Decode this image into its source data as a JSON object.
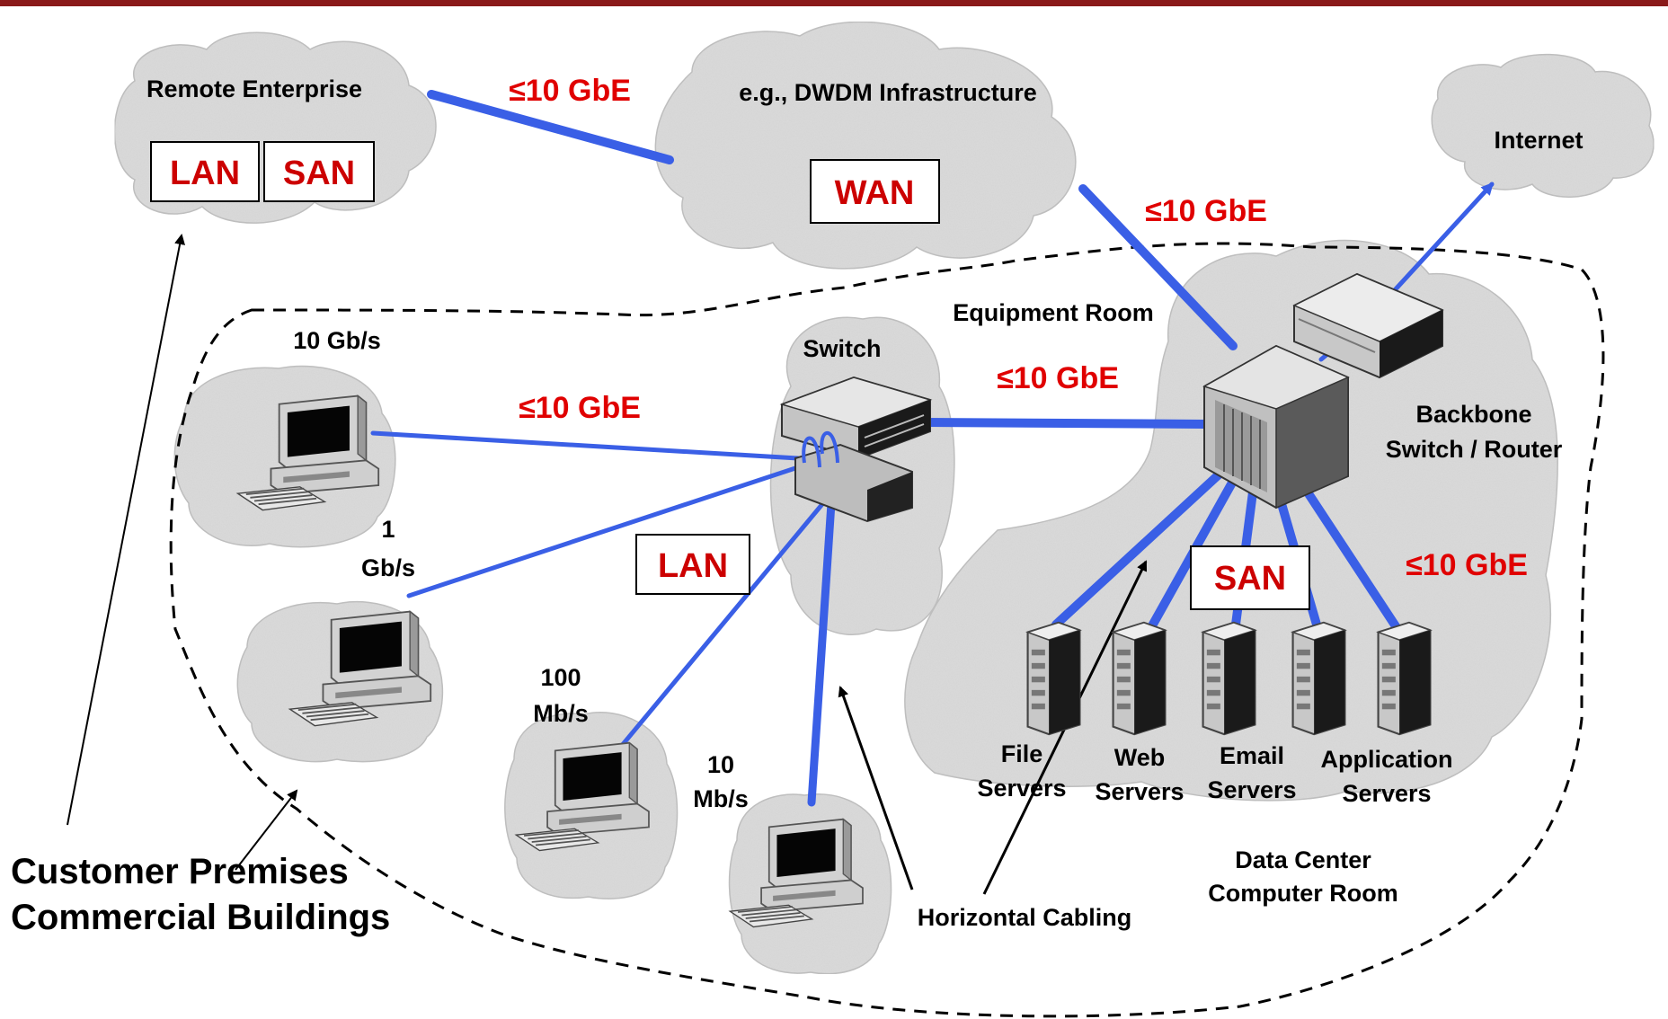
{
  "colors": {
    "top_rule": "#8a1a1a",
    "link_blue": "#3a5fe6",
    "label_red": "#e00000",
    "box_text_red": "#cc0000",
    "cloud_gray": "#dcdcdc"
  },
  "clouds": {
    "remote_enterprise": {
      "title": "Remote Enterprise",
      "box_lan": "LAN",
      "box_san": "SAN"
    },
    "dwdm": {
      "title": "e.g., DWDM Infrastructure",
      "box_wan": "WAN"
    },
    "internet": {
      "title": "Internet"
    },
    "switch": {
      "title": "Switch",
      "box_lan": "LAN"
    },
    "equipment_room": {
      "title": "Equipment Room"
    },
    "data_center": {
      "title_line1": "Data Center",
      "title_line2": "Computer Room",
      "box_san": "SAN"
    }
  },
  "links": {
    "remote_to_wan": "≤10 GbE",
    "wan_to_backbone": "≤10 GbE",
    "switch_to_backbone": "≤10 GbE",
    "pc_to_switch": "≤10 GbE",
    "backbone_to_servers": "≤10 GbE"
  },
  "speeds": {
    "pc1": "10 Gb/s",
    "pc2_line1": "1",
    "pc2_line2": "Gb/s",
    "pc3_line1": "100",
    "pc3_line2": "Mb/s",
    "pc4_line1": "10",
    "pc4_line2": "Mb/s"
  },
  "backbone": {
    "line1": "Backbone",
    "line2": "Switch / Router"
  },
  "servers": [
    {
      "line1": "File",
      "line2": "Servers"
    },
    {
      "line1": "Web",
      "line2": "Servers"
    },
    {
      "line1": "Email",
      "line2": "Servers"
    },
    {
      "line1": "Application",
      "line2": "Servers"
    }
  ],
  "annotations": {
    "horizontal_cabling": "Horizontal Cabling",
    "customer_line1": "Customer Premises",
    "customer_line2": "Commercial Buildings"
  },
  "icons": [
    "desktop-pc-icon",
    "switch-icon",
    "router-icon",
    "backbone-switch-icon",
    "server-tower-icon",
    "cloud-shape"
  ]
}
